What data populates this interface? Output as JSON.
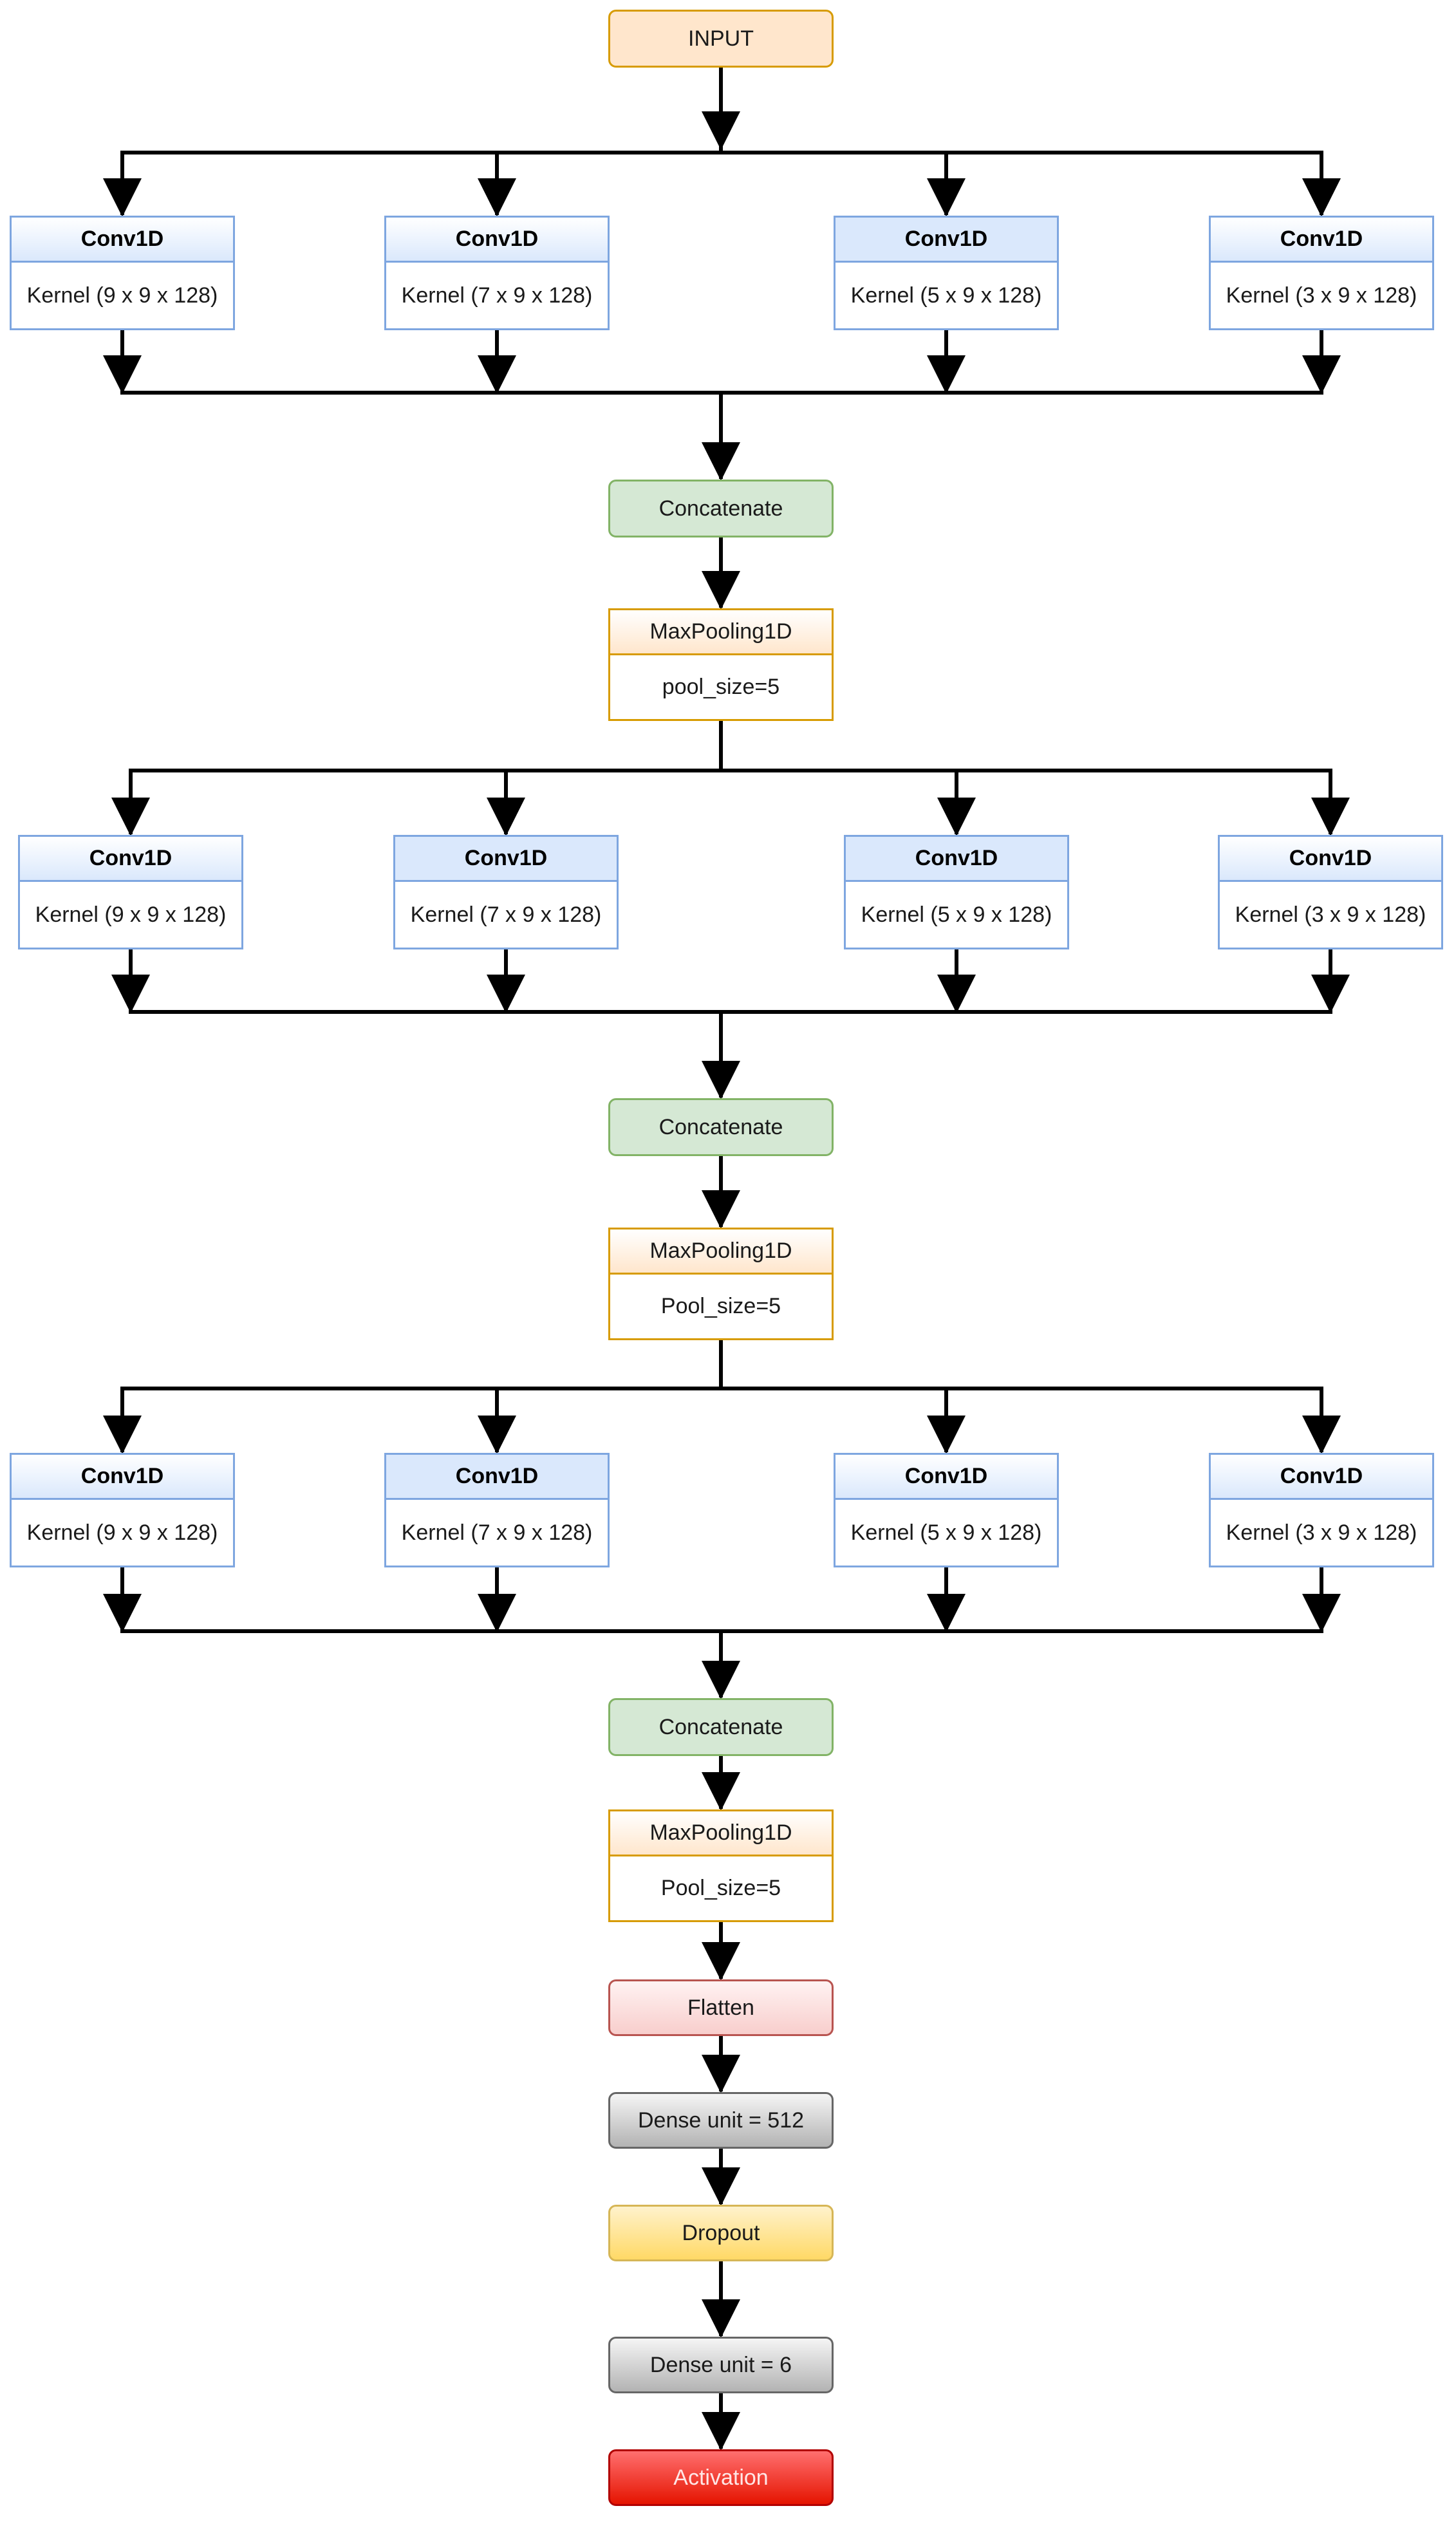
{
  "input": {
    "label": "INPUT"
  },
  "stages": [
    {
      "convs": [
        {
          "title": "Conv1D",
          "kernel": "Kernel (9 x 9 x 128)",
          "shaded": false
        },
        {
          "title": "Conv1D",
          "kernel": "Kernel (7 x 9 x 128)",
          "shaded": false
        },
        {
          "title": "Conv1D",
          "kernel": "Kernel (5 x 9 x 128)",
          "shaded": true
        },
        {
          "title": "Conv1D",
          "kernel": "Kernel (3 x 9 x 128)",
          "shaded": false
        }
      ],
      "concat": "Concatenate",
      "pool": {
        "title": "MaxPooling1D",
        "param": "pool_size=5"
      }
    },
    {
      "convs": [
        {
          "title": "Conv1D",
          "kernel": "Kernel (9 x 9 x 128)",
          "shaded": false
        },
        {
          "title": "Conv1D",
          "kernel": "Kernel (7 x 9 x 128)",
          "shaded": true
        },
        {
          "title": "Conv1D",
          "kernel": "Kernel (5 x 9 x 128)",
          "shaded": true
        },
        {
          "title": "Conv1D",
          "kernel": "Kernel (3 x 9 x 128)",
          "shaded": false
        }
      ],
      "concat": "Concatenate",
      "pool": {
        "title": "MaxPooling1D",
        "param": "Pool_size=5"
      }
    },
    {
      "convs": [
        {
          "title": "Conv1D",
          "kernel": "Kernel (9 x 9 x 128)",
          "shaded": false
        },
        {
          "title": "Conv1D",
          "kernel": "Kernel (7 x 9 x 128)",
          "shaded": true
        },
        {
          "title": "Conv1D",
          "kernel": "Kernel (5 x 9 x 128)",
          "shaded": false
        },
        {
          "title": "Conv1D",
          "kernel": "Kernel (3 x 9 x 128)",
          "shaded": false
        }
      ],
      "concat": "Concatenate",
      "pool": {
        "title": "MaxPooling1D",
        "param": "Pool_size=5"
      }
    }
  ],
  "head": {
    "flatten": "Flatten",
    "dense1": "Dense unit = 512",
    "dropout": "Dropout",
    "dense2": "Dense unit = 6",
    "activation": "Activation"
  },
  "colors": {
    "input": "#ffe6cc",
    "conv_border": "#7ea6e0",
    "conv_header": "#dae8fc",
    "pool_border": "#d79b00",
    "concatenate": "#d5e8d4",
    "flatten": "#f8cecc",
    "dense": "#cccccc",
    "dropout": "#ffd966",
    "activation": "#e51400",
    "connector": "#000000"
  }
}
